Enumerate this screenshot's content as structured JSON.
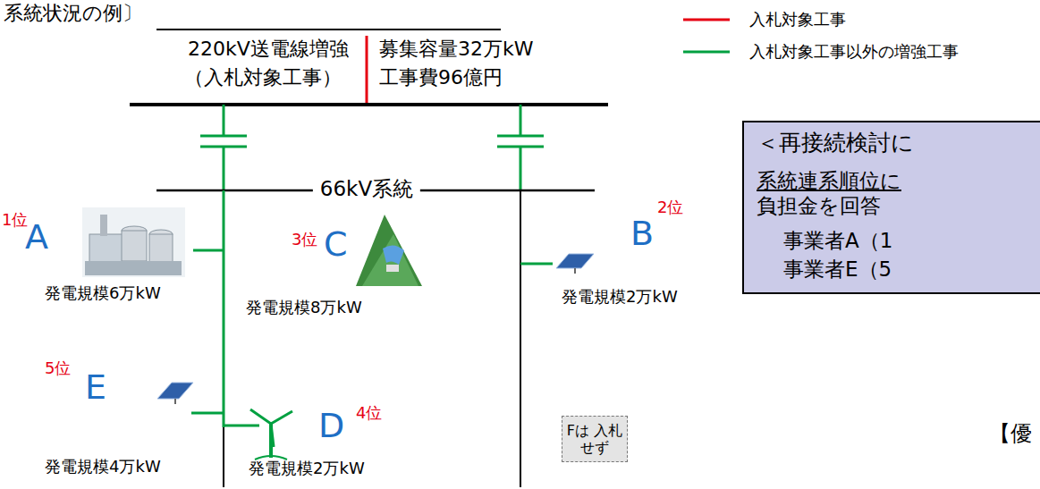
{
  "diagram": {
    "title": "系統状況の例〕",
    "nodes": [
      {
        "text": [
          "＜再接続検討に",
          "系統連系順位に",
          "負担金を回答",
          "事業者A（1",
          "事業者E（5"
        ]
      },
      {
        "text": [
          "Fは 入札せず"
        ]
      }
    ],
    "labels": [
      "220kV送電線増強",
      "（入札対象工事）",
      "募集容量32万kW",
      "工事費96億円",
      "66kV系統",
      "1位",
      "A",
      "発電規模6万kW",
      "3位",
      "C",
      "発電規模8万kW",
      "2位",
      "B",
      "発電規模2万kW",
      "5位",
      "E",
      "発電規模4万kW",
      "4位",
      "D",
      "発電規模2万kW",
      "【優"
    ],
    "legend": [
      {
        "text": "入札対象工事"
      },
      {
        "text": "入札対象工事以外の増強工事"
      }
    ]
  }
}
